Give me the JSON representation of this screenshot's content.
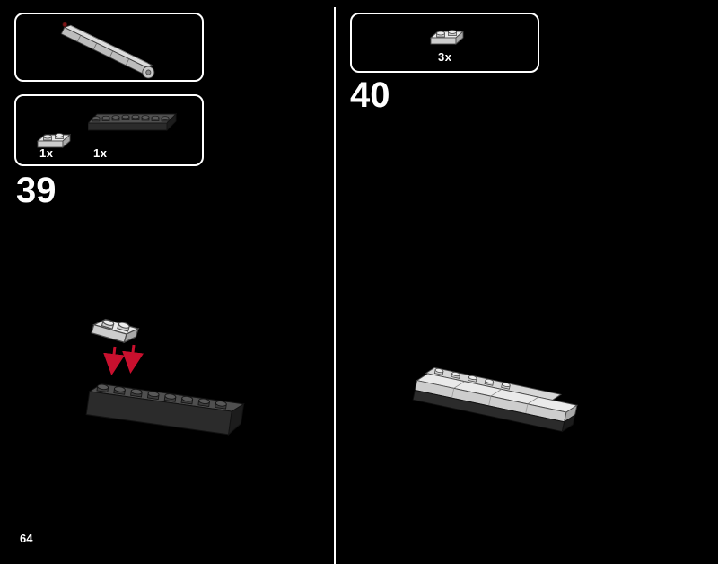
{
  "page": {
    "number": "64"
  },
  "steps": {
    "step39": {
      "number": "39",
      "preview_icon": "assembled-mast-subassembly",
      "parts": [
        {
          "count": "1x",
          "part": "plate-1x2-light-gray"
        },
        {
          "count": "1x",
          "part": "plate-1x8-dark-gray"
        }
      ]
    },
    "step40": {
      "number": "40",
      "parts": [
        {
          "count": "3x",
          "part": "tile-1x2-light-gray"
        }
      ]
    }
  },
  "colors": {
    "background": "#000000",
    "panel_border": "#ffffff",
    "text": "#ffffff",
    "arrow_red": "#c8102e",
    "dark_part": "#2b2b2b",
    "light_part": "#d9d9d9"
  }
}
